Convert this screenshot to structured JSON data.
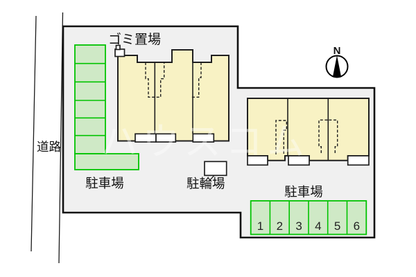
{
  "labels": {
    "road": "道路",
    "garbage": "ゴミ置場",
    "parking_left": "駐車場",
    "parking_right": "駐車場",
    "bicycle": "駐輪場",
    "compass_north": "N"
  },
  "parking_right_stalls": [
    "1",
    "2",
    "3",
    "4",
    "5",
    "6"
  ],
  "left_parking_stall_count": 7,
  "watermark": "ハウスコム",
  "colors": {
    "site_fill": "#f0f0f0",
    "building_fill": "#f8f2c4",
    "stall_fill": "#cfe9c6",
    "stall_border": "#00c300",
    "outline": "#1a1a1a"
  }
}
